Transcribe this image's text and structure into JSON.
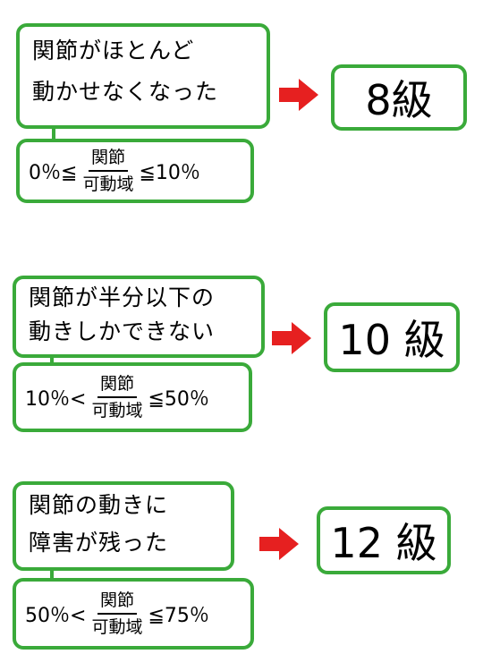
{
  "colors": {
    "box_border": "#3aaa3a",
    "arrow": "#e62020",
    "text": "#000000"
  },
  "rows": [
    {
      "description": [
        "関節がほとんど",
        "動かせなくなった"
      ],
      "grade": "8級",
      "formula": {
        "left": "0％≦",
        "numerator": "関節",
        "denominator": "可動域",
        "right": "≦10％"
      }
    },
    {
      "description": [
        "関節が半分以下の",
        "動きしかできない"
      ],
      "grade": "10 級",
      "formula": {
        "left": "10％<",
        "numerator": "関節",
        "denominator": "可動域",
        "right": "≦50％"
      }
    },
    {
      "description": [
        "関節の動きに",
        "障害が残った"
      ],
      "grade": "12 級",
      "formula": {
        "left": "50％<",
        "numerator": "関節",
        "denominator": "可動域",
        "right": "≦75％"
      }
    }
  ]
}
